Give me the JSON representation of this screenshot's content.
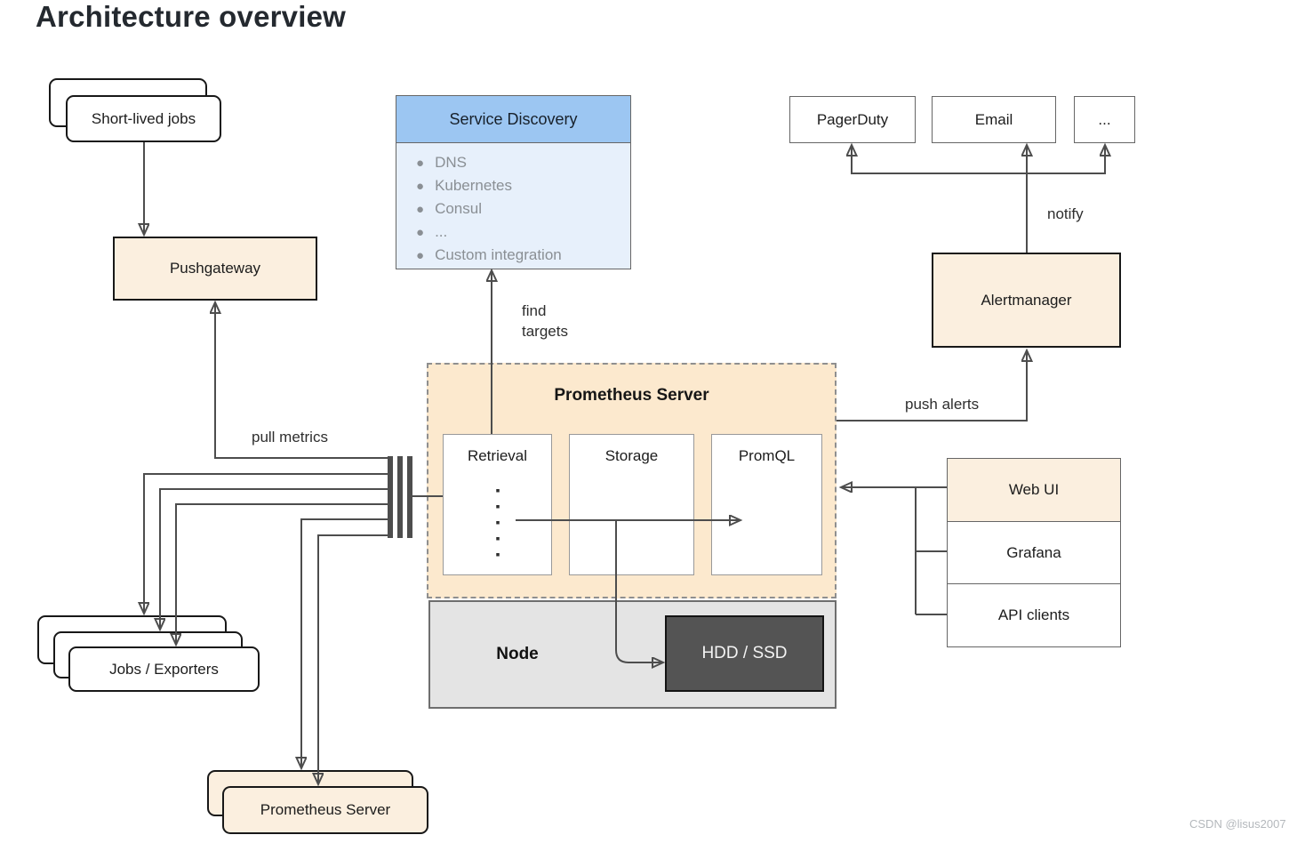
{
  "title": "Architecture overview",
  "watermark": "CSDN @lisus2007",
  "colors": {
    "peach_light": "#FBEFDF",
    "peach_container": "#FCE9CE",
    "blue_header": "#9CC6F2",
    "blue_body": "#E7F0FB",
    "node_gray": "#E4E4E4",
    "hdd_dark": "#545454",
    "wire_gray": "#4d4d4d"
  },
  "nodes": {
    "short_lived_jobs": {
      "label": "Short-lived jobs"
    },
    "pushgateway": {
      "label": "Pushgateway"
    },
    "service_discovery": {
      "title": "Service Discovery",
      "items": [
        "DNS",
        "Kubernetes",
        "Consul",
        "...",
        "Custom integration"
      ]
    },
    "pagerduty": {
      "label": "PagerDuty"
    },
    "email": {
      "label": "Email"
    },
    "more_receivers": {
      "label": "..."
    },
    "alertmanager": {
      "label": "Alertmanager"
    },
    "prometheus_server": {
      "title": "Prometheus Server",
      "retrieval": "Retrieval",
      "storage": "Storage",
      "promql": "PromQL"
    },
    "node": {
      "label": "Node",
      "hdd": "HDD / SSD"
    },
    "clients": {
      "web_ui": "Web UI",
      "grafana": "Grafana",
      "api_clients": "API clients"
    },
    "jobs_exporters": {
      "label": "Jobs / Exporters"
    },
    "prometheus_server_stack": {
      "label": "Prometheus Server"
    }
  },
  "edges": {
    "pull_metrics": "pull metrics",
    "find_targets": "find targets",
    "notify": "notify",
    "push_alerts": "push alerts"
  }
}
